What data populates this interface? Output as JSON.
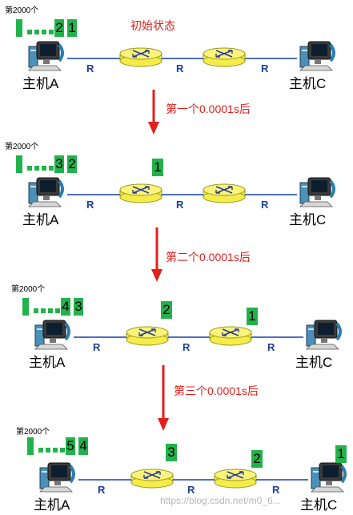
{
  "title": "初始状态",
  "queue_count_label": "第2000个",
  "host_a_label": "主机A",
  "host_c_label": "主机C",
  "router_link_label": "R",
  "watermark": "https://blog.csdn.net/m0_6...",
  "colors": {
    "packet": "#22b24c",
    "arrow": "#e0201c",
    "link": "#4f6fc6",
    "router_fill": "#f5ec4a",
    "router_stroke": "#9a9a20"
  },
  "steps": [
    {
      "label": "第一个0.0001s后"
    },
    {
      "label": "第二个0.0001s后"
    },
    {
      "label": "第三个0.0001s后"
    }
  ],
  "rows": [
    {
      "queue": [
        "2",
        "1"
      ],
      "link_a_r1": [],
      "link_r1_r2": [],
      "link_r2_c": [],
      "at_c": []
    },
    {
      "queue": [
        "3",
        "2"
      ],
      "link_a_r1": [],
      "link_r1_r2": [
        "1"
      ],
      "link_r2_c": [],
      "at_c": []
    },
    {
      "queue": [
        "4",
        "3"
      ],
      "link_a_r1": [],
      "link_r1_r2": [
        "2"
      ],
      "link_r2_c": [
        "1"
      ],
      "at_c": []
    },
    {
      "queue": [
        "5",
        "4"
      ],
      "link_a_r1": [],
      "link_r1_r2": [
        "3"
      ],
      "link_r2_c": [
        "2"
      ],
      "at_c": [
        "1"
      ]
    }
  ]
}
